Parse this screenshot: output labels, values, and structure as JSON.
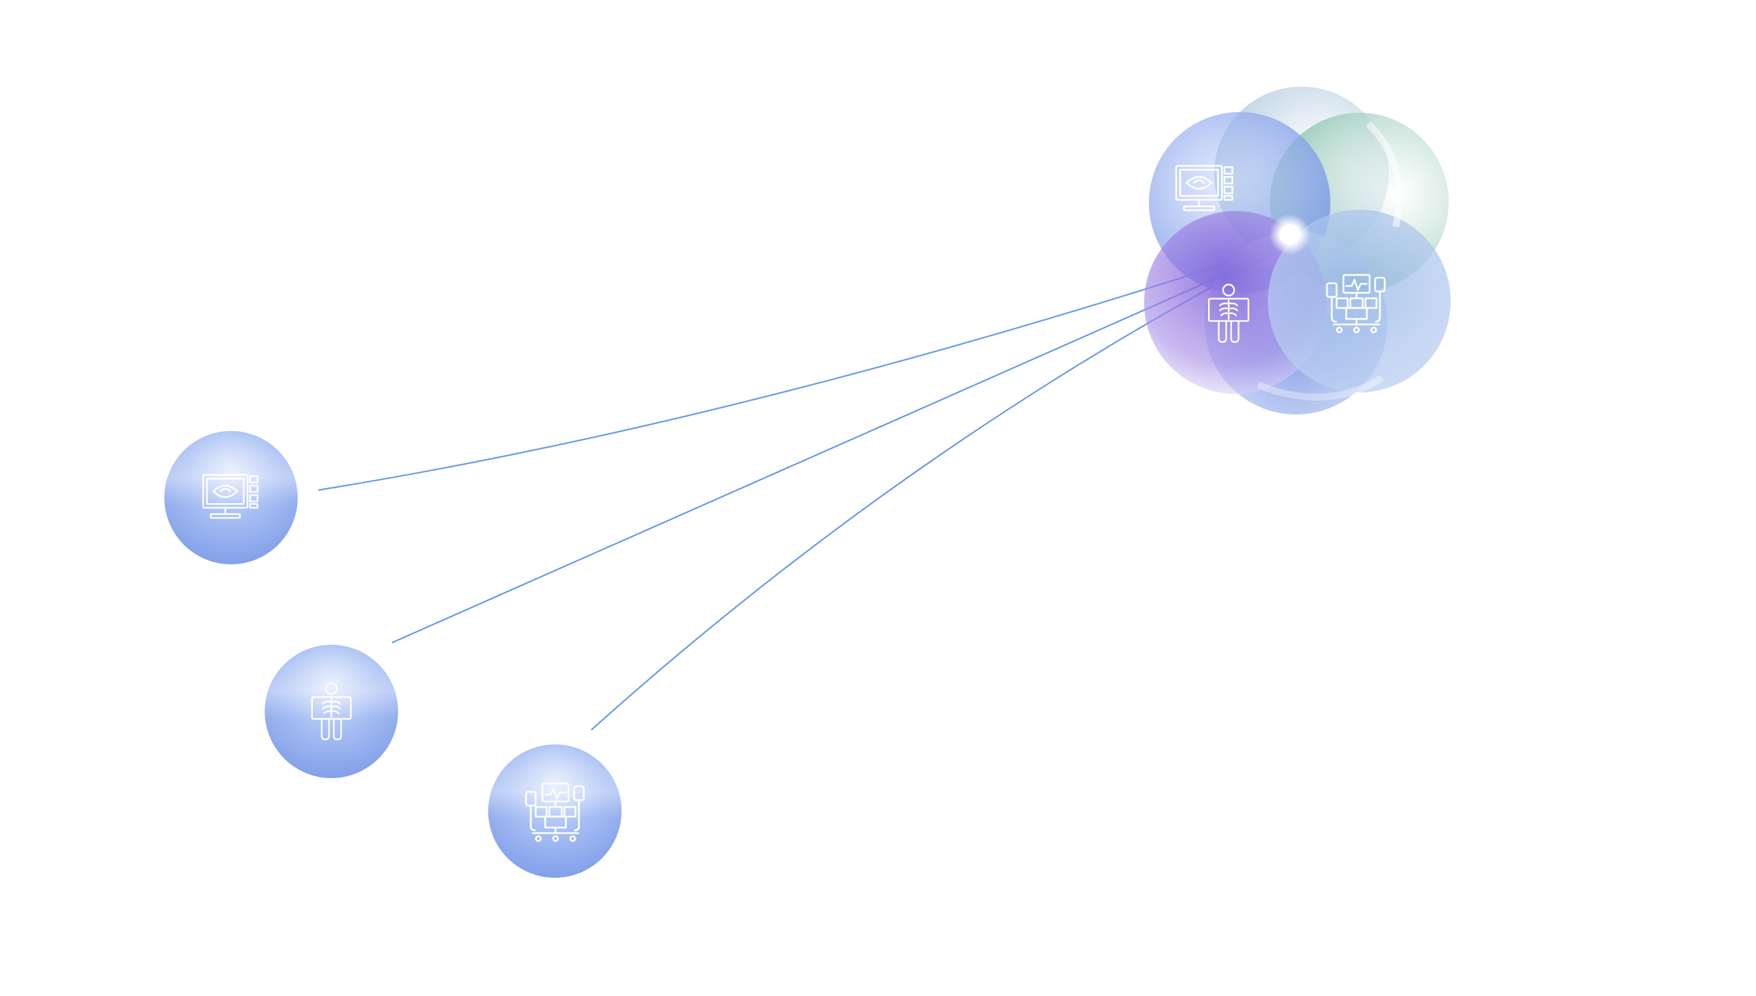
{
  "diagram": {
    "kind": "device-integration-network",
    "hub": {
      "icon": "integration-hub-icon",
      "petals": [
        {
          "icon": "ultrasound-monitor-icon",
          "color": "#7f9fe9"
        },
        {
          "icon": "none",
          "color": "#a6bfd6"
        },
        {
          "icon": "none",
          "color": "#8fc7b2"
        },
        {
          "icon": "xray-patient-icon",
          "color": "#9a74e1"
        },
        {
          "icon": "icu-monitoring-station-icon",
          "color": "#9cbce6"
        },
        {
          "icon": "none",
          "color": "#7a94e3"
        }
      ],
      "center_dot_color": "#ffffff"
    },
    "nodes": [
      {
        "id": "ultrasound-node",
        "icon": "ultrasound-monitor-icon"
      },
      {
        "id": "xray-node",
        "icon": "xray-patient-icon"
      },
      {
        "id": "icu-node",
        "icon": "icu-monitoring-station-icon"
      }
    ],
    "colors": {
      "connector_line": "#6a9ae8",
      "node_fill_light": "#d6e2fb",
      "node_fill_dark": "#7e9ce8",
      "icon_stroke": "#ffffff"
    }
  }
}
